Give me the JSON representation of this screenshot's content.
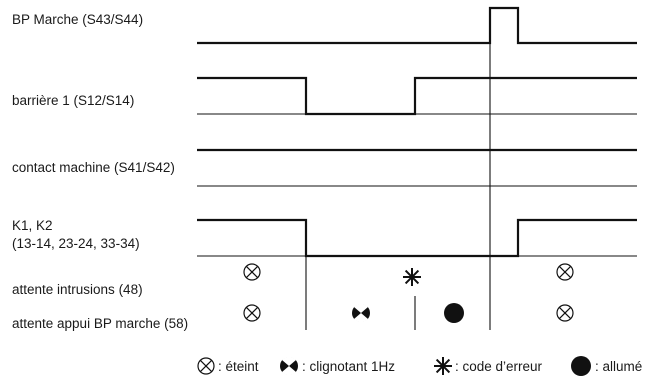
{
  "signals": [
    {
      "id": "bp",
      "label": "BP Marche (S43/S44)"
    },
    {
      "id": "barriere",
      "label": "barrière 1 (S12/S14)"
    },
    {
      "id": "contact",
      "label": "contact machine (S41/S42)"
    },
    {
      "id": "k",
      "label_line1": "K1, K2",
      "label_line2": "(13-14, 23-24, 33-34)"
    }
  ],
  "indicators": [
    {
      "id": "intrusions",
      "label": "attente intrusions (48)"
    },
    {
      "id": "appui",
      "label": "attente appui BP marche (58)"
    }
  ],
  "legend": {
    "off": ": éteint",
    "blink": ": clignotant 1Hz",
    "error": ": code d’erreur",
    "on": ": allumé"
  }
}
